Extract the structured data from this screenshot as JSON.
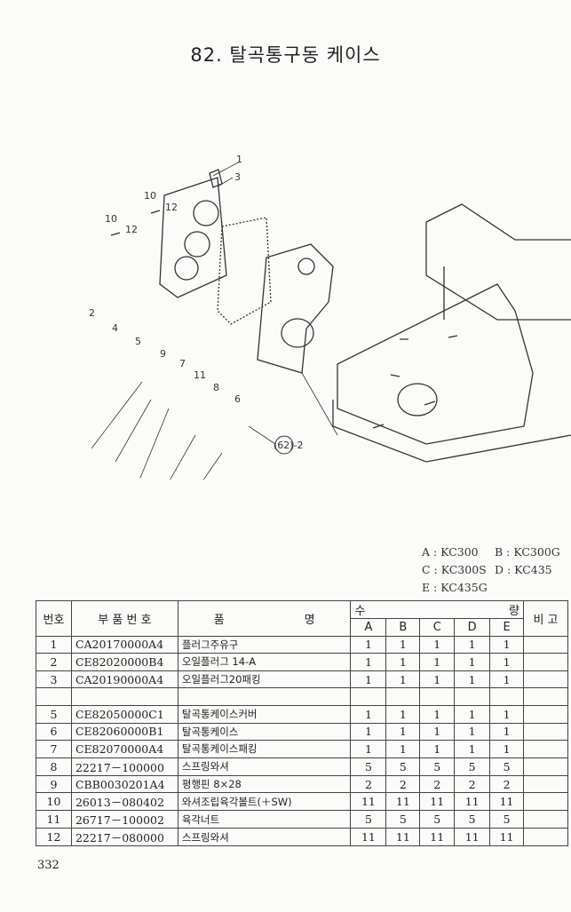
{
  "title": "82. 탈곡통구동 케이스",
  "diagram": {
    "callouts": [
      "1",
      "3",
      "10",
      "12",
      "10",
      "12",
      "2",
      "4",
      "5",
      "9",
      "7",
      "11",
      "8",
      "6"
    ],
    "reference": "(62)-2"
  },
  "legend": [
    "A : KC300",
    "B : KC300G",
    "C : KC300S",
    "D : KC435",
    "E : KC435G"
  ],
  "table": {
    "headers": {
      "no": "번호",
      "part_no": "부 품 번 호",
      "name_1": "품",
      "name_2": "명",
      "qty_1": "수",
      "qty_2": "량",
      "remarks": "비 고",
      "models": [
        "A",
        "B",
        "C",
        "D",
        "E"
      ]
    },
    "rows": [
      {
        "no": "1",
        "part": "CA20170000A4",
        "name": "플러그주유구",
        "q": [
          "1",
          "1",
          "1",
          "1",
          "1"
        ]
      },
      {
        "no": "2",
        "part": "CE82020000B4",
        "name": "오일플러그 14-A",
        "q": [
          "1",
          "1",
          "1",
          "1",
          "1"
        ]
      },
      {
        "no": "3",
        "part": "CA20190000A4",
        "name": "오일플러그20패킹",
        "q": [
          "1",
          "1",
          "1",
          "1",
          "1"
        ]
      },
      {
        "no": "",
        "part": "",
        "name": "",
        "q": [
          "",
          "",
          "",
          "",
          ""
        ]
      },
      {
        "no": "5",
        "part": "CE82050000C1",
        "name": "탈곡통케이스커버",
        "q": [
          "1",
          "1",
          "1",
          "1",
          "1"
        ]
      },
      {
        "no": "6",
        "part": "CE82060000B1",
        "name": "탈곡통케이스",
        "q": [
          "1",
          "1",
          "1",
          "1",
          "1"
        ]
      },
      {
        "no": "7",
        "part": "CE82070000A4",
        "name": "탈곡통케이스패킹",
        "q": [
          "1",
          "1",
          "1",
          "1",
          "1"
        ]
      },
      {
        "no": "8",
        "part": "22217－100000",
        "name": "스프링와셔",
        "q": [
          "5",
          "5",
          "5",
          "5",
          "5"
        ]
      },
      {
        "no": "9",
        "part": "CBB0030201A4",
        "name": "평행핀 8×28",
        "q": [
          "2",
          "2",
          "2",
          "2",
          "2"
        ]
      },
      {
        "no": "10",
        "part": "26013－080402",
        "name": "와셔조립육각볼트(＋SW)",
        "q": [
          "11",
          "11",
          "11",
          "11",
          "11"
        ]
      },
      {
        "no": "11",
        "part": "26717－100002",
        "name": "육각너트",
        "q": [
          "5",
          "5",
          "5",
          "5",
          "5"
        ]
      },
      {
        "no": "12",
        "part": "22217－080000",
        "name": "스프링와셔",
        "q": [
          "11",
          "11",
          "11",
          "11",
          "11"
        ]
      }
    ]
  },
  "page_number": "332"
}
